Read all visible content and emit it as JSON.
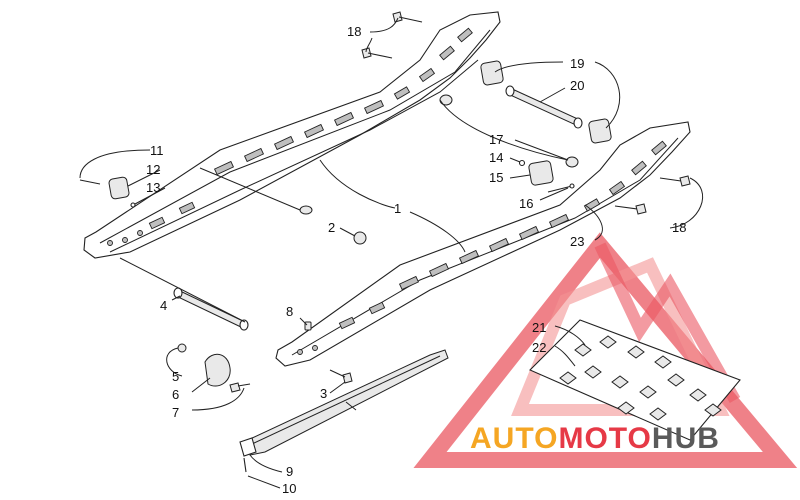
{
  "diagram": {
    "callouts": [
      {
        "id": "c1",
        "text": "1"
      },
      {
        "id": "c2",
        "text": "2"
      },
      {
        "id": "c3",
        "text": "3"
      },
      {
        "id": "c4",
        "text": "4"
      },
      {
        "id": "c5",
        "text": "5"
      },
      {
        "id": "c6",
        "text": "6"
      },
      {
        "id": "c7",
        "text": "7"
      },
      {
        "id": "c8",
        "text": "8"
      },
      {
        "id": "c9",
        "text": "9"
      },
      {
        "id": "c10",
        "text": "10"
      },
      {
        "id": "c11",
        "text": "11"
      },
      {
        "id": "c12",
        "text": "12"
      },
      {
        "id": "c13",
        "text": "13"
      },
      {
        "id": "c14",
        "text": "14"
      },
      {
        "id": "c15",
        "text": "15"
      },
      {
        "id": "c16",
        "text": "16"
      },
      {
        "id": "c17",
        "text": "17"
      },
      {
        "id": "c18a",
        "text": "18"
      },
      {
        "id": "c18b",
        "text": "18"
      },
      {
        "id": "c19",
        "text": "19"
      },
      {
        "id": "c20",
        "text": "20"
      },
      {
        "id": "c21",
        "text": "21"
      },
      {
        "id": "c22",
        "text": "22"
      },
      {
        "id": "c23",
        "text": "23"
      }
    ]
  },
  "watermark": {
    "part1": "AUTO",
    "part2": "MOTO",
    "part3": "HUB",
    "color_primary": "#f5a623",
    "color_secondary": "#e63946",
    "color_dark": "#5a5a5a"
  }
}
